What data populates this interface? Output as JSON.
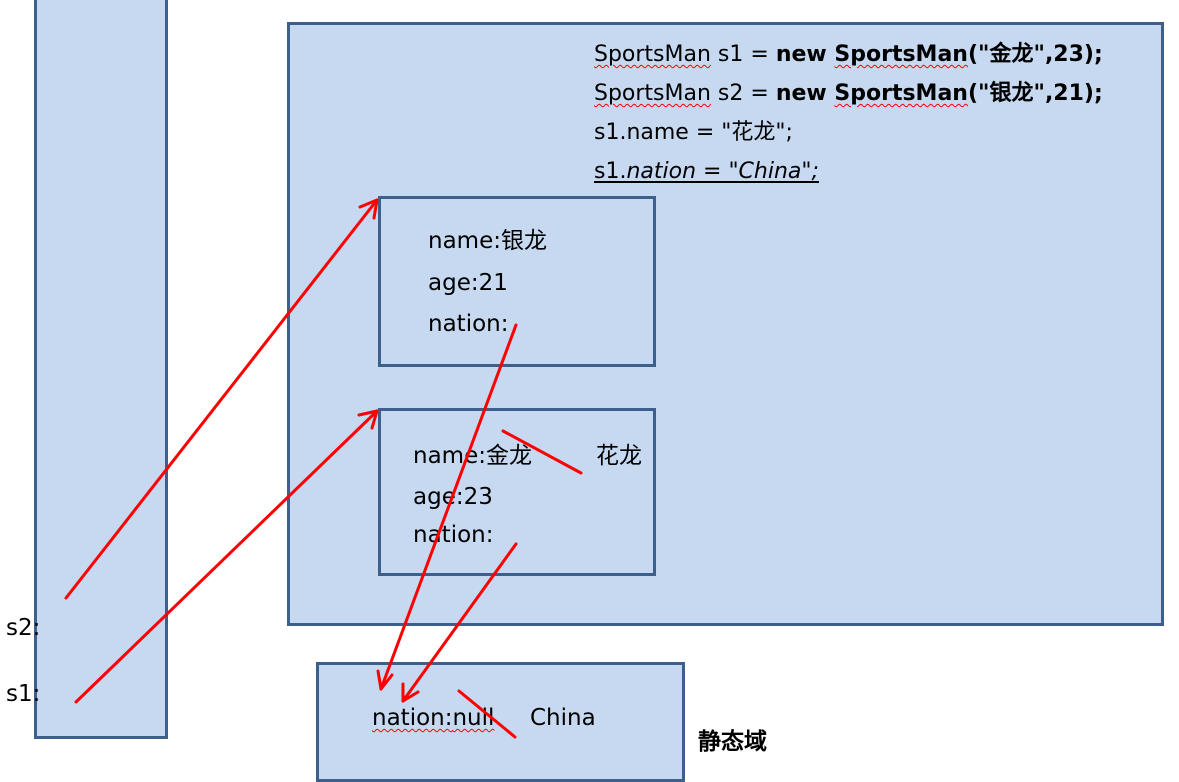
{
  "code": {
    "line1": {
      "a": "SportsMan",
      "b": " s1 = ",
      "c": "new ",
      "d": "SportsMan",
      "e": "(\"金龙\",23);"
    },
    "line2": {
      "a": "SportsMan",
      "b": " s2 = ",
      "c": "new ",
      "d": "SportsMan",
      "e": "(\"银龙\",21);"
    },
    "line3": "s1.name = \"花龙\";",
    "line4": {
      "a": "s1.",
      "b": "nation = \"China\";"
    }
  },
  "object_s2": {
    "name_label": "name:",
    "name_value": "银龙",
    "age": "age:21",
    "nation": "nation:"
  },
  "object_s1": {
    "name_label": "name:",
    "old_name": "金龙",
    "new_name": "花龙",
    "age": "age:23",
    "nation": "nation:"
  },
  "static_area": {
    "label": "静态域",
    "nation_label": "nation:",
    "old_value": "null",
    "new_value": "China"
  },
  "stack": {
    "s2": "s2:",
    "s1": "s1:"
  },
  "colors": {
    "box_fill": "#c6d9f0",
    "box_border": "#3d5f8c",
    "arrow": "#ff0000"
  }
}
